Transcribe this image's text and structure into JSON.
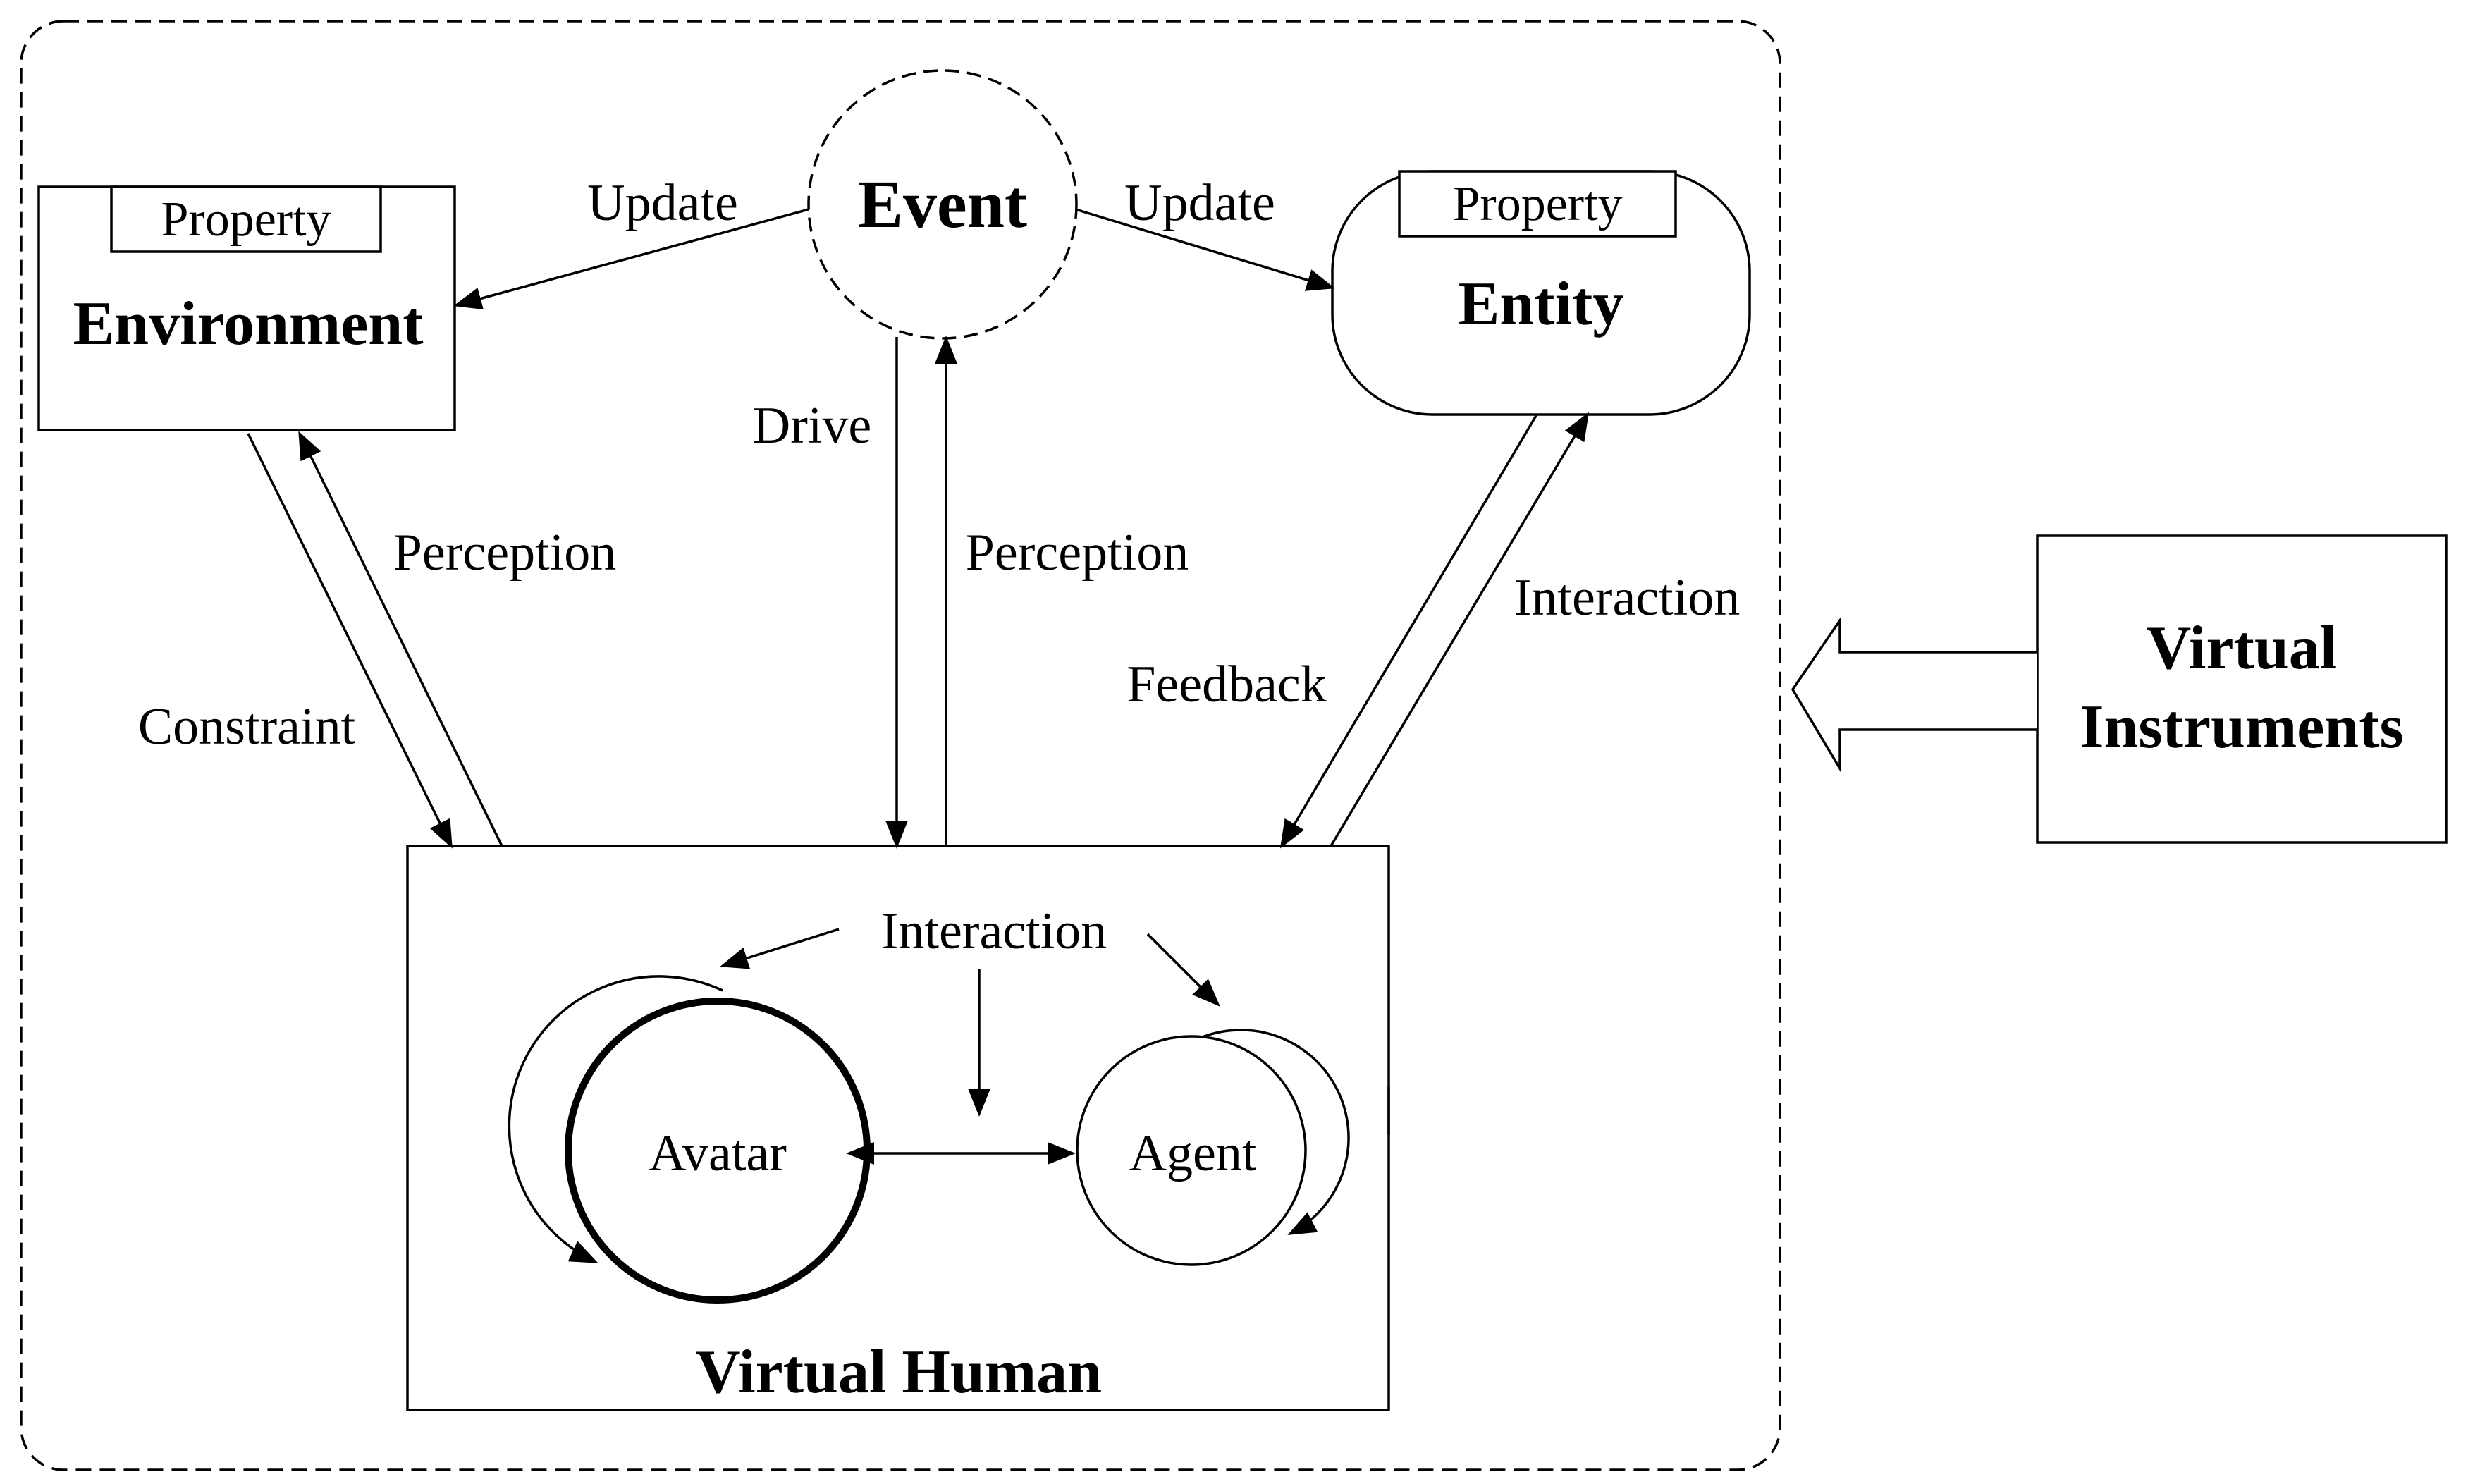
{
  "nodes": {
    "event": "Event",
    "environment": {
      "title": "Environment",
      "property": "Property"
    },
    "entity": {
      "title": "Entity",
      "property": "Property"
    },
    "virtual_human": "Virtual Human",
    "avatar": "Avatar",
    "agent": "Agent",
    "virtual_instruments": [
      "Virtual",
      "Instruments"
    ]
  },
  "edges": {
    "update_left": "Update",
    "update_right": "Update",
    "drive": "Drive",
    "perception_event": "Perception",
    "perception_env": "Perception",
    "constraint": "Constraint",
    "feedback": "Feedback",
    "interaction_entity": "Interaction",
    "interaction_inner": "Interaction"
  }
}
